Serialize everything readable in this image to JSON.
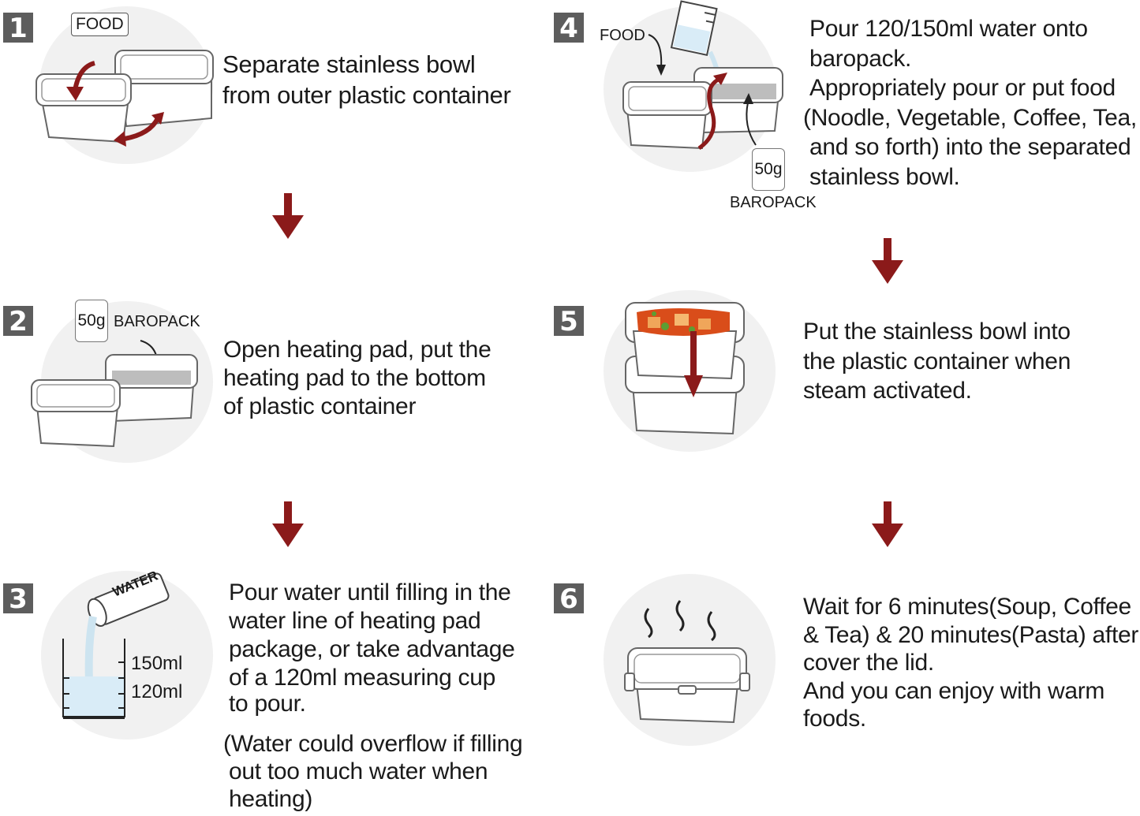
{
  "colors": {
    "accent": "#8b1a1a",
    "number_bg": "#5d5d5d",
    "circle_bg": "#f1f1f1"
  },
  "labels": {
    "food": "FOOD",
    "baropack": "BAROPACK",
    "weight": "50g",
    "water": "WATER",
    "ml150": "150ml",
    "ml120": "120ml"
  },
  "steps": [
    {
      "number": "1",
      "lines": [
        "Separate stainless bowl",
        "from outer plastic container"
      ]
    },
    {
      "number": "2",
      "lines": [
        "Open heating pad, put the",
        "heating pad to the bottom",
        "of plastic container"
      ]
    },
    {
      "number": "3",
      "lines": [
        "Pour water until filling in the",
        "water line of heating pad",
        "package, or take advantage",
        "of a 120ml measuring cup",
        "to pour."
      ],
      "note_lines": [
        "(Water could overflow if filling",
        "out too much water when",
        "heating)"
      ]
    },
    {
      "number": "4",
      "lines": [
        "Pour 120/150ml water onto",
        "baropack.",
        "Appropriately pour or put food",
        "(Noodle, Vegetable, Coffee, Tea,",
        "and so forth) into the separated",
        "stainless bowl."
      ]
    },
    {
      "number": "5",
      "lines": [
        "Put the stainless bowl into",
        "the plastic container when",
        "steam activated."
      ]
    },
    {
      "number": "6",
      "lines": [
        "Wait for 6 minutes(Soup, Coffee",
        "& Tea) & 20 minutes(Pasta) after",
        "cover the lid.",
        "And you can enjoy with warm",
        "foods."
      ]
    }
  ]
}
